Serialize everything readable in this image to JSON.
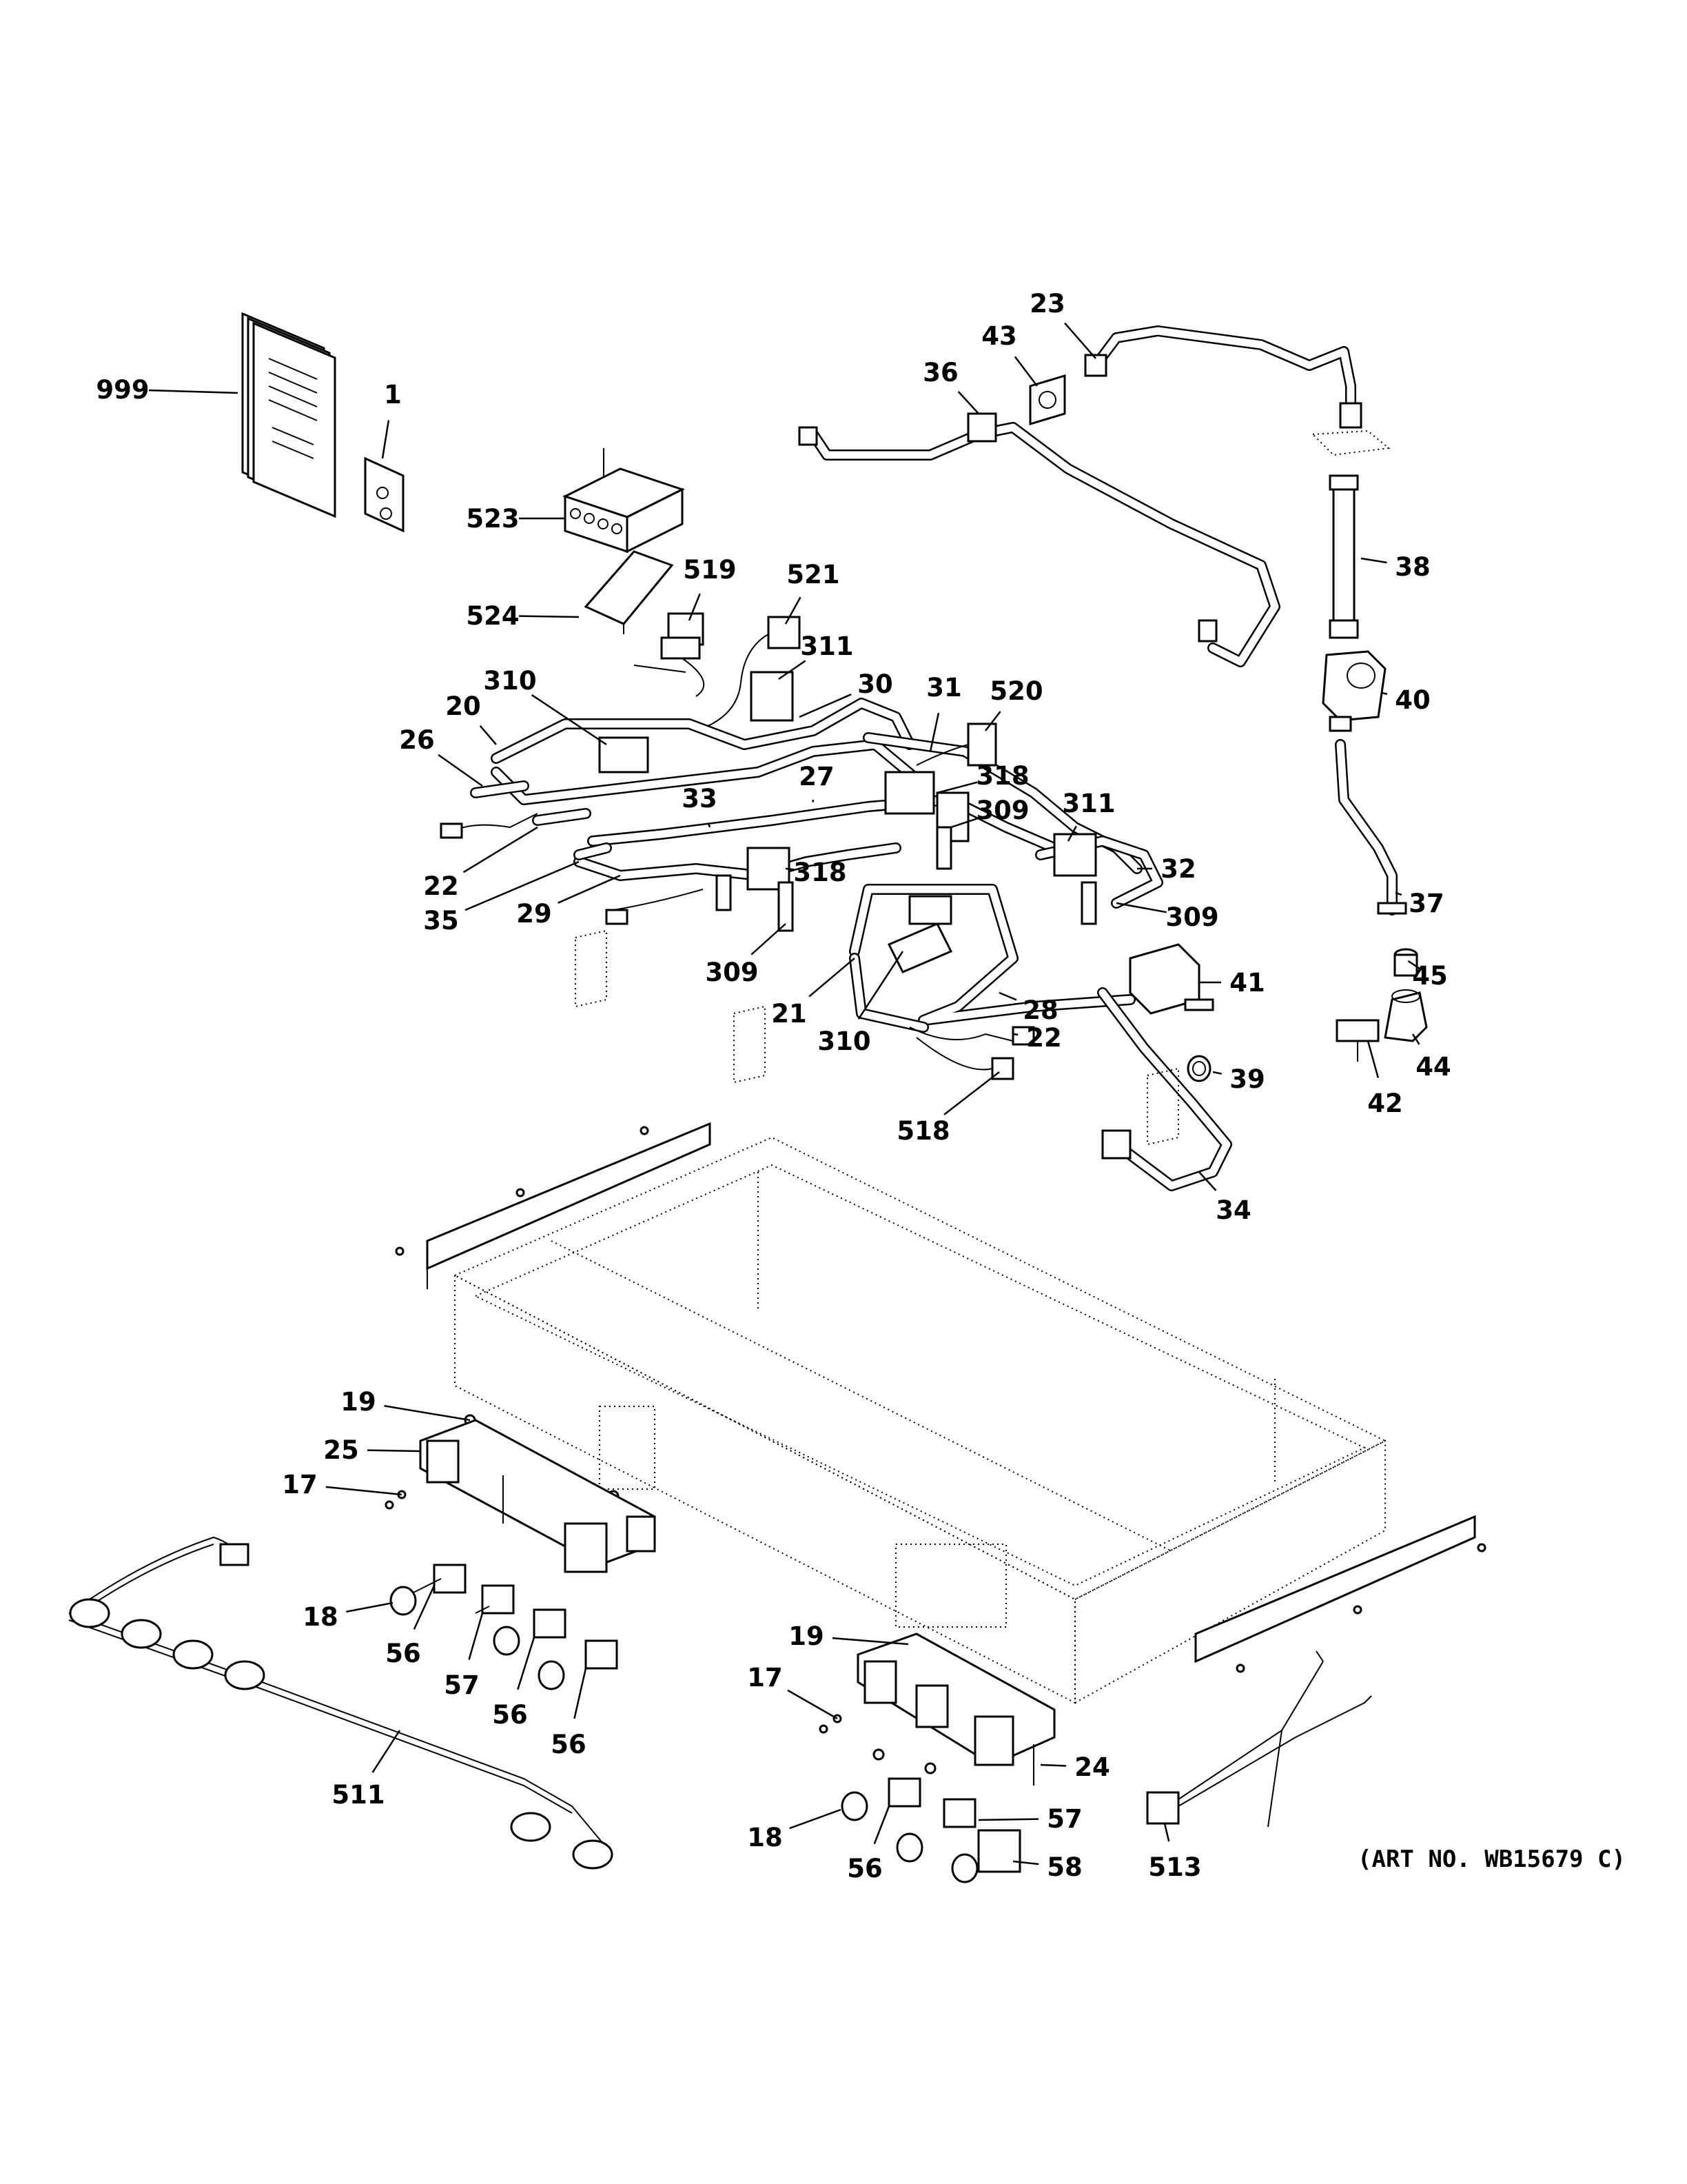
{
  "art_number": "(ART NO. WB15679 C)",
  "callouts": [
    {
      "id": "c999",
      "text": "999"
    },
    {
      "id": "c1",
      "text": "1"
    },
    {
      "id": "c523",
      "text": "523"
    },
    {
      "id": "c524",
      "text": "524"
    },
    {
      "id": "c519",
      "text": "519"
    },
    {
      "id": "c521",
      "text": "521"
    },
    {
      "id": "c311a",
      "text": "311"
    },
    {
      "id": "c310a",
      "text": "310"
    },
    {
      "id": "c20",
      "text": "20"
    },
    {
      "id": "c26",
      "text": "26"
    },
    {
      "id": "c30",
      "text": "30"
    },
    {
      "id": "c31",
      "text": "31"
    },
    {
      "id": "c520",
      "text": "520"
    },
    {
      "id": "c27",
      "text": "27"
    },
    {
      "id": "c318a",
      "text": "318"
    },
    {
      "id": "c309a",
      "text": "309"
    },
    {
      "id": "c311b",
      "text": "311"
    },
    {
      "id": "c33",
      "text": "33"
    },
    {
      "id": "c318b",
      "text": "318"
    },
    {
      "id": "c32",
      "text": "32"
    },
    {
      "id": "c22a",
      "text": "22"
    },
    {
      "id": "c35",
      "text": "35"
    },
    {
      "id": "c29",
      "text": "29"
    },
    {
      "id": "c309b",
      "text": "309"
    },
    {
      "id": "c309c",
      "text": "309"
    },
    {
      "id": "c41",
      "text": "41"
    },
    {
      "id": "c21",
      "text": "21"
    },
    {
      "id": "c28",
      "text": "28"
    },
    {
      "id": "c310b",
      "text": "310"
    },
    {
      "id": "c22b",
      "text": "22"
    },
    {
      "id": "c518",
      "text": "518"
    },
    {
      "id": "c39",
      "text": "39"
    },
    {
      "id": "c34",
      "text": "34"
    },
    {
      "id": "c23",
      "text": "23"
    },
    {
      "id": "c43",
      "text": "43"
    },
    {
      "id": "c36",
      "text": "36"
    },
    {
      "id": "c38",
      "text": "38"
    },
    {
      "id": "c40",
      "text": "40"
    },
    {
      "id": "c37",
      "text": "37"
    },
    {
      "id": "c45",
      "text": "45"
    },
    {
      "id": "c44",
      "text": "44"
    },
    {
      "id": "c42",
      "text": "42"
    },
    {
      "id": "c19a",
      "text": "19"
    },
    {
      "id": "c25",
      "text": "25"
    },
    {
      "id": "c17a",
      "text": "17"
    },
    {
      "id": "c18a",
      "text": "18"
    },
    {
      "id": "c56a",
      "text": "56"
    },
    {
      "id": "c57a",
      "text": "57"
    },
    {
      "id": "c56b",
      "text": "56"
    },
    {
      "id": "c56c",
      "text": "56"
    },
    {
      "id": "c511",
      "text": "511"
    },
    {
      "id": "c19b",
      "text": "19"
    },
    {
      "id": "c17b",
      "text": "17"
    },
    {
      "id": "c24",
      "text": "24"
    },
    {
      "id": "c57b",
      "text": "57"
    },
    {
      "id": "c18b",
      "text": "18"
    },
    {
      "id": "c56d",
      "text": "56"
    },
    {
      "id": "c58",
      "text": "58"
    },
    {
      "id": "c513",
      "text": "513"
    }
  ]
}
